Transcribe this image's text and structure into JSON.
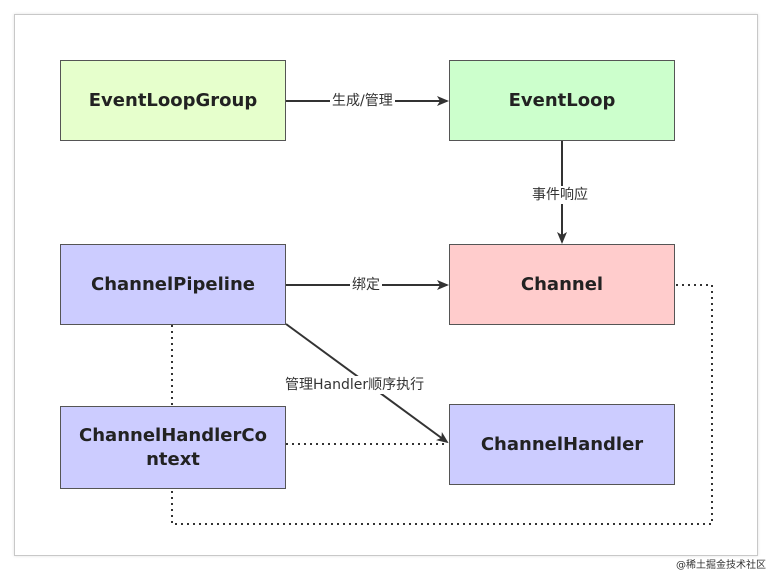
{
  "nodes": {
    "event_loop_group": {
      "label": "EventLoopGroup",
      "fill": "#e6ffcc"
    },
    "event_loop": {
      "label": "EventLoop",
      "fill": "#ccffcc"
    },
    "channel_pipeline": {
      "label": "ChannelPipeline",
      "fill": "#ccccff"
    },
    "channel": {
      "label": "Channel",
      "fill": "#ffcccc"
    },
    "channel_handler_context": {
      "label": "ChannelHandlerCo\nntext",
      "fill": "#ccccff"
    },
    "channel_handler": {
      "label": "ChannelHandler",
      "fill": "#ccccff"
    }
  },
  "edges": {
    "create_manage": {
      "label": "生成/管理"
    },
    "event_response": {
      "label": "事件响应"
    },
    "bind": {
      "label": "绑定"
    },
    "manage_handler_order": {
      "label": "管理Handler顺序执行"
    }
  },
  "colors": {
    "border": "#555555",
    "line": "#333333"
  },
  "footer": {
    "watermark": "@稀土掘金技术社区"
  }
}
